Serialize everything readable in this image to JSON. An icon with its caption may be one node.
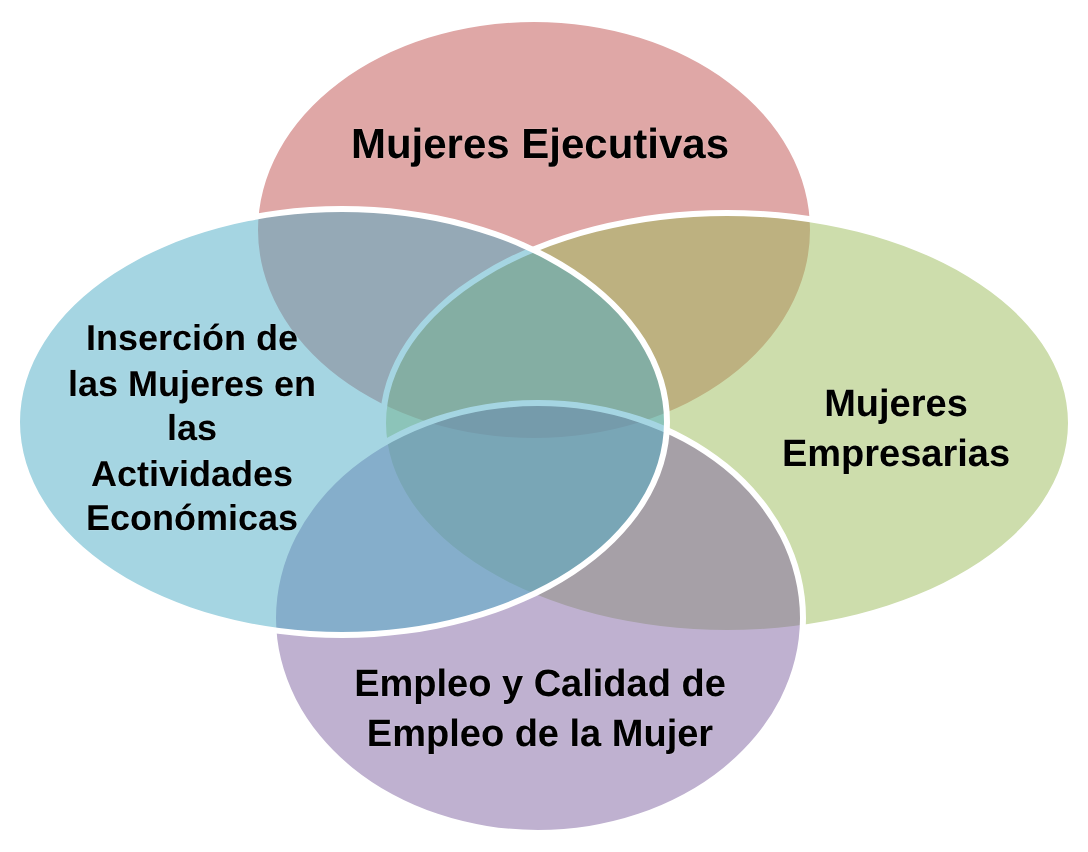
{
  "diagram": {
    "nodes": [
      {
        "text": [
          "Mujeres Ejecutivas"
        ]
      },
      {
        "text": [
          "Inserción de las Mujeres en las Actividades Económicas"
        ]
      },
      {
        "text": [
          "Mujeres Empresarias"
        ]
      },
      {
        "text": [
          "Empleo y Calidad de Empleo de la Mujer"
        ]
      }
    ]
  }
}
